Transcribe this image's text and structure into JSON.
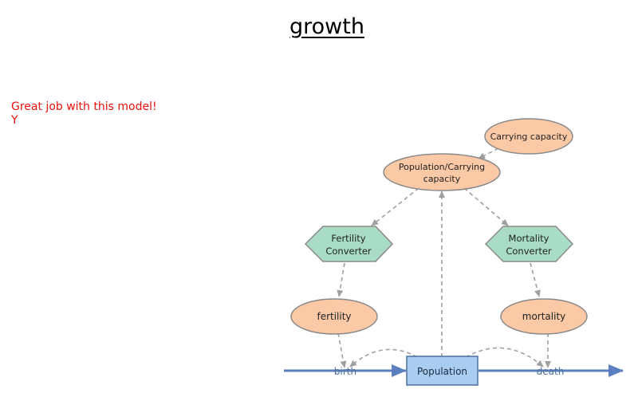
{
  "page": {
    "title": "growth"
  },
  "comment": {
    "text": "Great job with this model! Y"
  },
  "diagram": {
    "nodes": {
      "carrying_capacity": {
        "label": "Carrying capacity",
        "shape": "ellipse"
      },
      "pop_carrying": {
        "line1": "Population/Carrying",
        "line2": "capacity",
        "shape": "ellipse"
      },
      "fertility_converter": {
        "line1": "Fertility",
        "line2": "Converter",
        "shape": "hexagon"
      },
      "mortality_converter": {
        "line1": "Mortality",
        "line2": "Converter",
        "shape": "hexagon"
      },
      "fertility": {
        "label": "fertility",
        "shape": "ellipse"
      },
      "mortality": {
        "label": "mortality",
        "shape": "ellipse"
      },
      "population": {
        "label": "Population",
        "shape": "stock"
      },
      "birth": {
        "label": "birth",
        "shape": "flow"
      },
      "death": {
        "label": "death",
        "shape": "flow"
      }
    },
    "colors": {
      "variable_fill": "#fbc9a6",
      "variable_stroke": "#8a8a8a",
      "converter_fill": "#a8dcc5",
      "stock_fill": "#a9cdf0",
      "stock_stroke": "#4b6f9b",
      "flow": "#5b7fc0",
      "link": "#a0a0a0",
      "comment": "#e8110f"
    }
  }
}
